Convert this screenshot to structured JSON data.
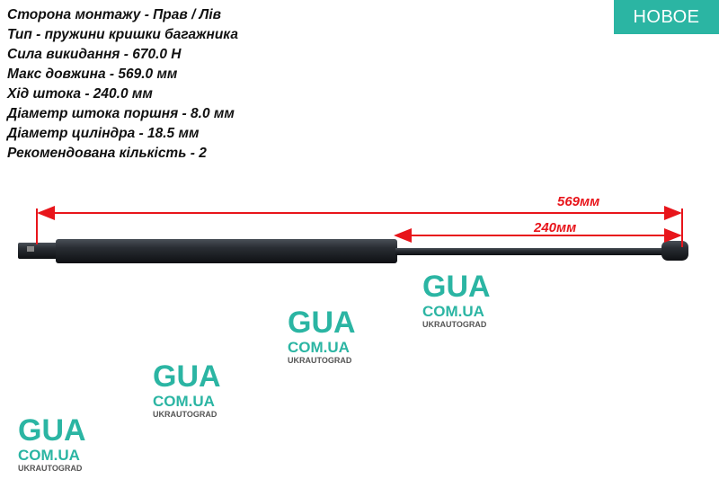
{
  "badge": {
    "label": "НОВОЕ",
    "color": "#2bb5a3"
  },
  "specs": [
    "Сторона монтажу - Прав / Лів",
    "Тип - пружини кришки багажника",
    "Сила викидання - 670.0 Н",
    "Макс довжина - 569.0 мм",
    "Хід штока - 240.0 мм",
    "Діаметр штока поршня - 8.0 мм",
    "Діаметр циліндра - 18.5 мм",
    "Рекомендована кількість - 2"
  ],
  "dimensions": {
    "total_label": "569мм",
    "stroke_label": "240мм",
    "color": "#e8151b"
  },
  "watermark": {
    "big": "GUA",
    "domain": "COM.UA",
    "brand": "UKRAUTOGRAD",
    "color": "#2bb5a3"
  }
}
